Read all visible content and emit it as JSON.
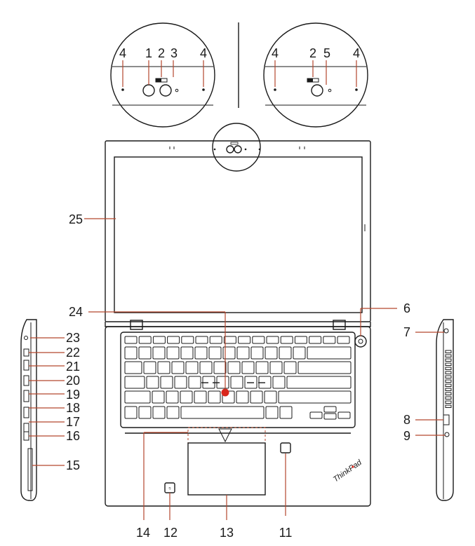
{
  "callouts": {
    "c1": "1",
    "c2a": "2",
    "c3": "3",
    "c4a": "4",
    "c4b": "4",
    "c4c": "4",
    "c2b": "2",
    "c5": "5",
    "c4d": "4",
    "c6": "6",
    "c7": "7",
    "c8": "8",
    "c9": "9",
    "c11": "11",
    "c12": "12",
    "c13": "13",
    "c14": "14",
    "c15": "15",
    "c16": "16",
    "c17": "17",
    "c18": "18",
    "c19": "19",
    "c20": "20",
    "c21": "21",
    "c22": "22",
    "c23": "23",
    "c24": "24",
    "c25": "25"
  },
  "brand": "ThinkPad",
  "colors": {
    "leader": "#b5472d",
    "trackpoint": "#d9261c",
    "outline": "#1a1a1a"
  }
}
